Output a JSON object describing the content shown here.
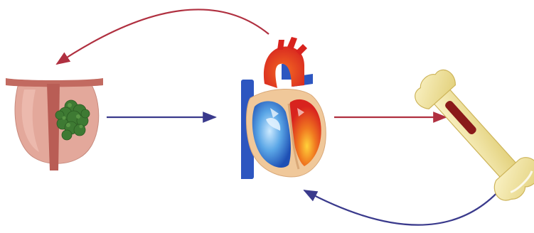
{
  "diagram": {
    "nodes": [
      {
        "id": "prostate",
        "icon": "prostate-tumor-icon"
      },
      {
        "id": "heart",
        "icon": "heart-icon"
      },
      {
        "id": "bone",
        "icon": "bone-icon"
      }
    ],
    "edges": [
      {
        "from": "prostate",
        "to": "heart",
        "color": "#3a3a8c"
      },
      {
        "from": "heart",
        "to": "bone",
        "color": "#b03040"
      },
      {
        "from": "bone",
        "to": "heart",
        "color": "#3a3a8c"
      },
      {
        "from": "heart",
        "to": "prostate",
        "color": "#b03040"
      }
    ],
    "colors": {
      "red_arrow": "#b03040",
      "blue_arrow": "#3a3a8c",
      "prostate": "#d99a8e",
      "prostate_duct": "#b8645c",
      "tumor": "#3e7a33",
      "bone": "#f3e7a6",
      "marrow": "#8a1a1a"
    }
  }
}
